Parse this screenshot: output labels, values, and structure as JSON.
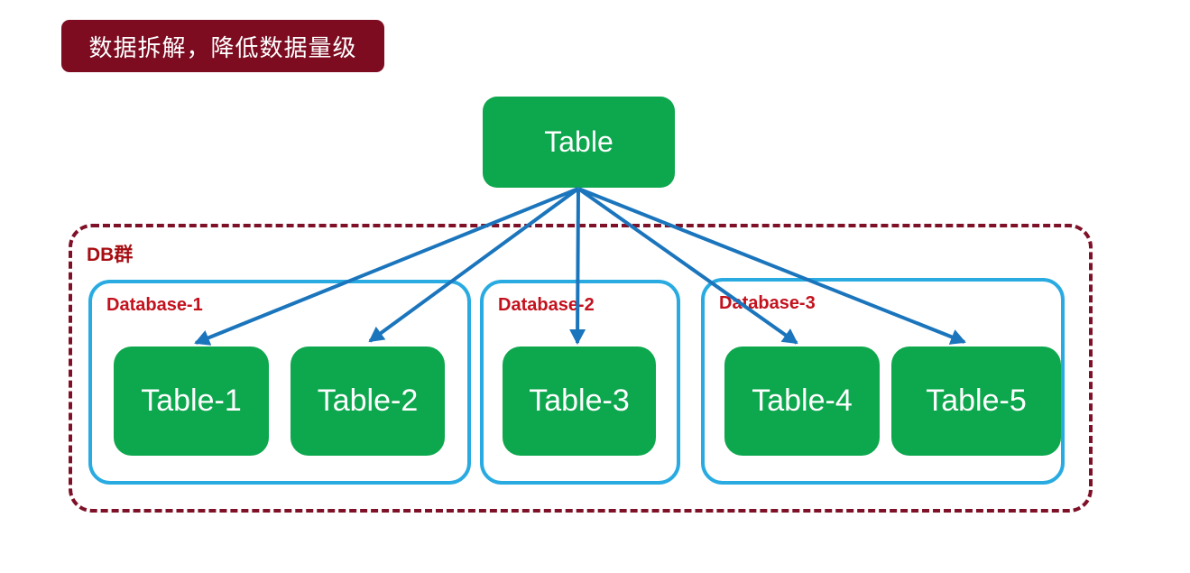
{
  "banner": {
    "text": "数据拆解，降低数据量级"
  },
  "root_table": {
    "label": "Table"
  },
  "db_cluster": {
    "label": "DB群",
    "databases": [
      {
        "label": "Database-1",
        "tables": [
          "Table-1",
          "Table-2"
        ]
      },
      {
        "label": "Database-2",
        "tables": [
          "Table-3"
        ]
      },
      {
        "label": "Database-3",
        "tables": [
          "Table-4",
          "Table-5"
        ]
      }
    ]
  },
  "edges": [
    {
      "from": "Table",
      "to": "Table-1"
    },
    {
      "from": "Table",
      "to": "Table-2"
    },
    {
      "from": "Table",
      "to": "Table-3"
    },
    {
      "from": "Table",
      "to": "Table-4"
    },
    {
      "from": "Table",
      "to": "Table-5"
    }
  ],
  "colors": {
    "green_box": "#0DA74D",
    "db_border_blue": "#29ABE2",
    "arrow_blue": "#1B75BC",
    "banner_bg": "#7D0C21",
    "cluster_border": "#7E1127",
    "cluster_label_red": "#A60E13",
    "db_label_red": "#C3111D",
    "box_text": "#FFFFFF"
  }
}
